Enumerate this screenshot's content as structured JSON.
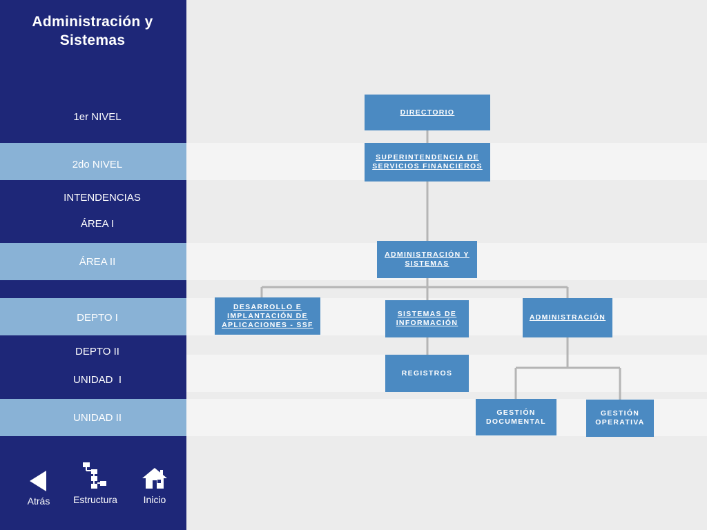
{
  "sidebar": {
    "title_line1": "Administración y",
    "title_line2": "Sistemas",
    "levels": [
      "1er NIVEL",
      "2do NIVEL",
      "INTENDENCIAS",
      "ÁREA I",
      "ÁREA II",
      "DEPTO I",
      "DEPTO II",
      "UNIDAD  I",
      "UNIDAD II"
    ]
  },
  "nav": {
    "back_label": "Atrás",
    "structure_label": "Estructura",
    "home_label": "Inicio"
  },
  "org": {
    "directorio": "DIRECTORIO",
    "superintendencia_1": "SUPERINTENDENCIA DE",
    "superintendencia_2": "SERVICIOS FINANCIEROS",
    "admin_sistemas_1": "ADMINISTRACIÓN Y",
    "admin_sistemas_2": "SISTEMAS",
    "desarrollo_1": "DESARROLLO E",
    "desarrollo_2": "IMPLANTACIÓN DE",
    "desarrollo_3": "APLICACIONES - SSF",
    "sistemas_info_1": "SISTEMAS DE",
    "sistemas_info_2": "INFORMACIÓN",
    "administracion": "ADMINISTRACIÓN",
    "registros": "REGISTROS",
    "gestion_doc_1": "GESTIÓN",
    "gestion_doc_2": "DOCUMENTAL",
    "gestion_op_1": "GESTIÓN",
    "gestion_op_2": "OPERATIVA"
  },
  "colors": {
    "sidebar": "#1e2778",
    "band_sidebar": "#89b2d6",
    "box": "#4b8ac2",
    "connector": "#b5b5b5"
  }
}
